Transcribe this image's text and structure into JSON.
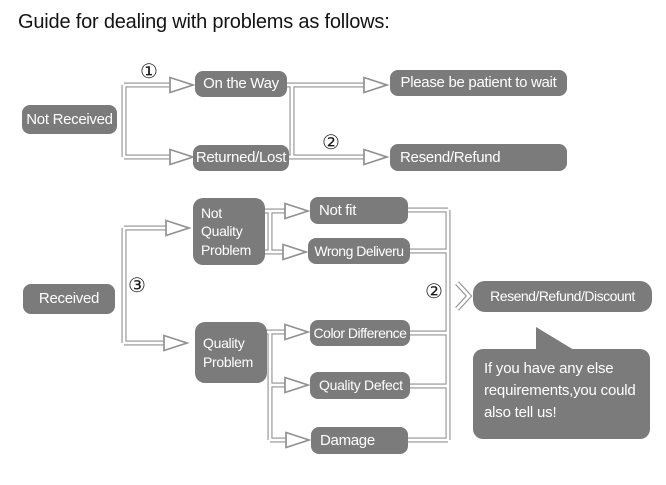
{
  "title": "Guide for dealing with problems as follows:",
  "badges": {
    "step1": "①",
    "step2_top": "②",
    "step3": "③",
    "step2_bottom": "②"
  },
  "boxes": {
    "not_received": "Not Received",
    "on_the_way": "On the Way",
    "returned_lost": "Returned/Lost",
    "please_wait": "Please be patient to wait",
    "resend_refund": "Resend/Refund",
    "received": "Received",
    "not_quality_problem": "Not Quality Problem",
    "quality_problem": "Quality Problem",
    "not_fit": "Not fit",
    "wrong_deliveru": "Wrong Deliveru",
    "color_difference": "Color Difference",
    "quality_defect": "Quality Defect",
    "damage": "Damage",
    "resend_refund_discount": "Resend/Refund/Discount"
  },
  "speech_bubble": "If you have any else requirements,you could also tell us!",
  "colors": {
    "node_fill": "#7b7b7b",
    "node_text": "#ffffff",
    "connector": "#919191",
    "badge_text": "#1c1c1c",
    "background": "#ffffff"
  }
}
